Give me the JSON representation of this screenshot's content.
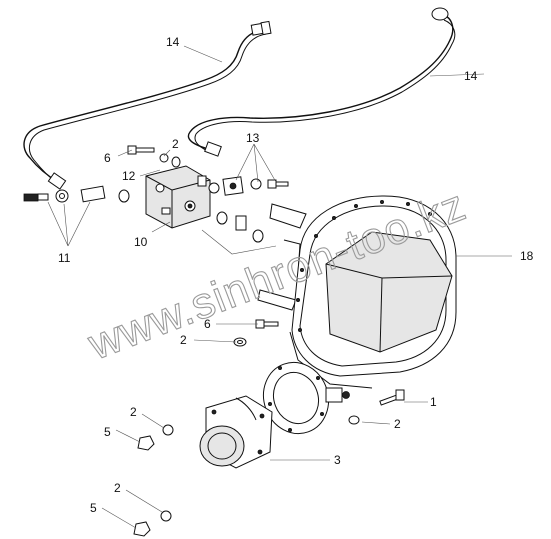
{
  "watermark": "www.sinhron-too.kz",
  "callouts": {
    "hose_top_left": "14",
    "hose_top_right": "14",
    "bolt_upper": "6",
    "washer_upper": "2",
    "fitting_seals": "13",
    "oring_12": "12",
    "pump": "10",
    "fittings_11": "11",
    "housing": "18",
    "bolt_mid": "6",
    "washer_mid": "2",
    "bolt_right": "1",
    "washer_right": "2",
    "washer_low_a": "2",
    "nut_low_a": "5",
    "flange": "3",
    "washer_low_b": "2",
    "nut_low_b": "5"
  }
}
